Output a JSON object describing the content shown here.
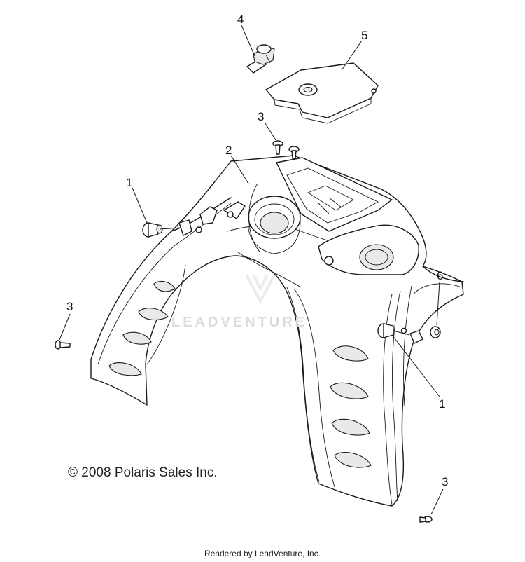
{
  "callouts": [
    {
      "id": "c4",
      "label": "4"
    },
    {
      "id": "c5",
      "label": "5"
    },
    {
      "id": "c3-top",
      "label": "3"
    },
    {
      "id": "c2",
      "label": "2"
    },
    {
      "id": "c1-left",
      "label": "1"
    },
    {
      "id": "c3-left",
      "label": "3"
    },
    {
      "id": "c6",
      "label": "6"
    },
    {
      "id": "c1-right",
      "label": "1"
    },
    {
      "id": "c3-bottom",
      "label": "3"
    }
  ],
  "copyright": "© 2008 Polaris Sales Inc.",
  "watermark": "LEADVENTURE",
  "footer": "Rendered by LeadVenture, Inc."
}
